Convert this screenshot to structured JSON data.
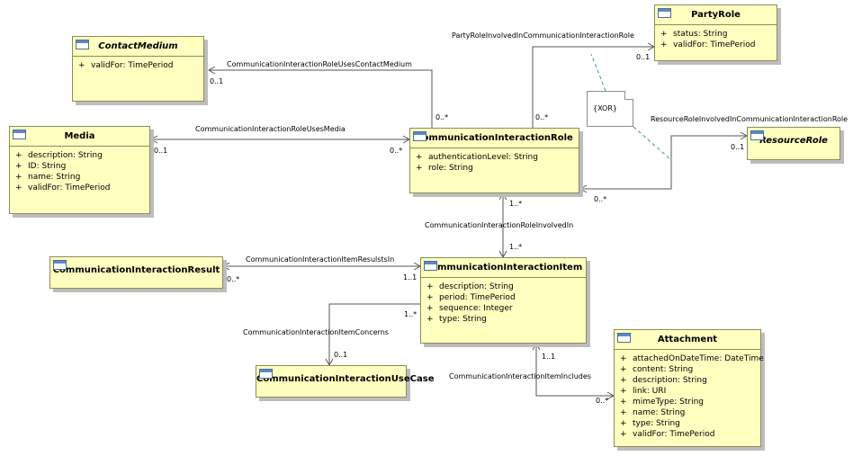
{
  "classes": {
    "contact_medium": {
      "name": "ContactMedium",
      "attributes": [
        {
          "vis": "+",
          "text": "validFor: TimePeriod"
        }
      ]
    },
    "media": {
      "name": "Media",
      "attributes": [
        {
          "vis": "+",
          "text": "description: String"
        },
        {
          "vis": "+",
          "text": "ID: String"
        },
        {
          "vis": "+",
          "text": "name: String"
        },
        {
          "vis": "+",
          "text": "validFor: TimePeriod"
        }
      ]
    },
    "party_role": {
      "name": "PartyRole",
      "attributes": [
        {
          "vis": "+",
          "text": "status: String"
        },
        {
          "vis": "+",
          "text": "validFor: TimePeriod"
        }
      ]
    },
    "resource_role": {
      "name": "ResourceRole",
      "attributes": []
    },
    "comm_interaction_role": {
      "name": "CommunicationInteractionRole",
      "attributes": [
        {
          "vis": "+",
          "text": "authenticationLevel: String"
        },
        {
          "vis": "+",
          "text": "role: String"
        }
      ]
    },
    "comm_interaction_result": {
      "name": "CommunicationInteractionResult",
      "attributes": []
    },
    "comm_interaction_item": {
      "name": "CommunicationInteractionItem",
      "attributes": [
        {
          "vis": "+",
          "text": "description: String"
        },
        {
          "vis": "+",
          "text": "period: TimePeriod"
        },
        {
          "vis": "+",
          "text": "sequence: Integer"
        },
        {
          "vis": "+",
          "text": "type: String"
        }
      ]
    },
    "comm_interaction_use_case": {
      "name": "CommunicationInteractionUseCase",
      "attributes": []
    },
    "attachment": {
      "name": "Attachment",
      "attributes": [
        {
          "vis": "+",
          "text": "attachedOnDateTime: DateTime"
        },
        {
          "vis": "+",
          "text": "content: String"
        },
        {
          "vis": "+",
          "text": "description: String"
        },
        {
          "vis": "+",
          "text": "link: URI"
        },
        {
          "vis": "+",
          "text": "mimeType: String"
        },
        {
          "vis": "+",
          "text": "name: String"
        },
        {
          "vis": "+",
          "text": "type: String"
        },
        {
          "vis": "+",
          "text": "validFor: TimePeriod"
        }
      ]
    }
  },
  "associations": {
    "uses_contact_medium": {
      "name": "CommunicationInteractionRoleUsesContactMedium",
      "source_mult": "0..1",
      "target_mult": "0..*"
    },
    "uses_media": {
      "name": "CommunicationInteractionRoleUsesMedia",
      "source_mult": "0..1",
      "target_mult": "0..*"
    },
    "party_role_involved": {
      "name": "PartyRoleInvolvedInCommunicationInteractionRole",
      "source_mult": "0..1",
      "target_mult": "0..*"
    },
    "resource_role_involved": {
      "name": "ResourceRoleInvolvedInCommunicationInteractionRole",
      "source_mult": "0..1",
      "target_mult": "0..*"
    },
    "role_involved_in": {
      "name": "CommunicationInteractionRoleInvolvedIn",
      "source_mult": "1..*",
      "target_mult": "1..*"
    },
    "item_results_in": {
      "name": "CommunicationInteractionItemResulstsIn",
      "source_mult": "1..1",
      "target_mult": "0..*"
    },
    "item_concerns": {
      "name": "CommunicationInteractionItemConcerns",
      "source_mult": "1..*",
      "target_mult": "0..1"
    },
    "item_includes": {
      "name": "CommunicationInteractionItemIncludes",
      "source_mult": "1..1",
      "target_mult": "0..*"
    }
  },
  "constraint_note": {
    "text": "{XOR}"
  }
}
